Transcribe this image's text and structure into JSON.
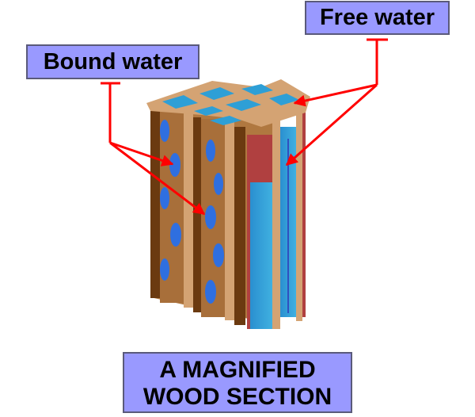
{
  "labels": {
    "bound_water": "Bound water",
    "free_water": "Free water",
    "title_line1": "A MAGNIFIED",
    "title_line2": "WOOD SECTION"
  },
  "colors": {
    "label_fill": "#9999ff",
    "label_border": "#5a5a7a",
    "arrow": "#ff0000",
    "wood_light": "#d4a373",
    "wood_mid": "#a86f3a",
    "wood_dark": "#6b3a10",
    "water": "#2e9fd6",
    "pit": "#2f6fe0",
    "lumen_red": "#b04040"
  }
}
